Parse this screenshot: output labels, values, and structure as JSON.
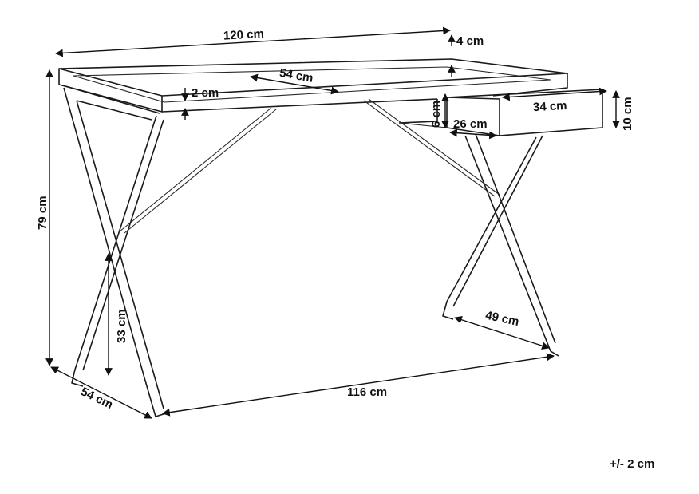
{
  "dimensions": {
    "width_top": "120 cm",
    "top_thickness": "4 cm",
    "depth_top": "54 cm",
    "edge_height": "2 cm",
    "drawer_side": "6 cm",
    "drawer_depth": "26 cm",
    "drawer_width": "34 cm",
    "drawer_height": "10 cm",
    "height_total": "79 cm",
    "crossing_height": "33 cm",
    "foot_width": "49 cm",
    "depth_base": "54 cm",
    "width_base": "116 cm"
  },
  "tolerance": "+/- 2 cm"
}
